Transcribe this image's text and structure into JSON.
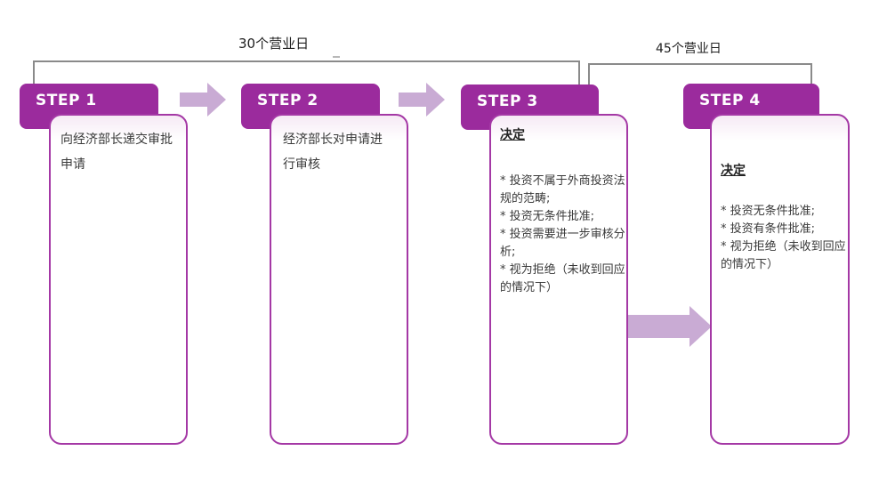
{
  "timeline": {
    "bracket1_label": "30个营业日",
    "bracket2_label": "45个营业日"
  },
  "steps": [
    {
      "header": "STEP 1",
      "body": "向经济部长递交审批申请"
    },
    {
      "header": "STEP 2",
      "body": "经济部长对申请进行审核"
    },
    {
      "header": "STEP 3",
      "title": "决定",
      "bullets": [
        "* 投资不属于外商投资法规的范畴;",
        "* 投资无条件批准;",
        "* 投资需要进一步审核分析;",
        "* 视为拒绝（未收到回应的情况下）"
      ]
    },
    {
      "header": "STEP 4",
      "title": "决定",
      "bullets": [
        "* 投资无条件批准;",
        "* 投资有条件批准;",
        "* 视为拒绝（未收到回应的情况下）"
      ]
    }
  ],
  "colors": {
    "header": "#9b2b9d",
    "card_border": "#a438a5",
    "arrow": "#c9abd4",
    "bracket": "#8a8a8a",
    "text": "#3a3a3a",
    "card_top_tint": "#f6eaf5"
  }
}
